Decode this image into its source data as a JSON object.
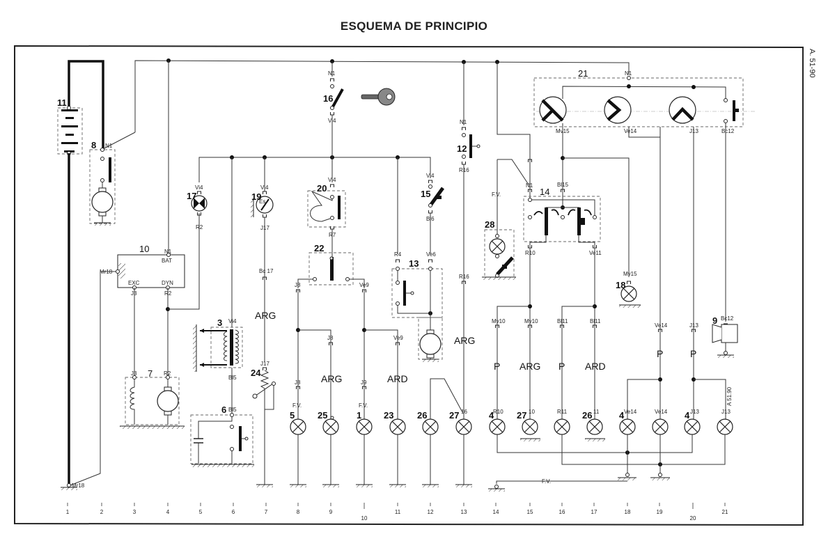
{
  "title": "ESQUEMA DE PRINCIPIO",
  "reference": "A. 51-90",
  "reference_small": "A 51.90",
  "components": {
    "c1": "1",
    "c3": "3",
    "c4a": "4",
    "c4b": "4",
    "c4c": "4",
    "c5": "5",
    "c6": "6",
    "c7": "7",
    "c8": "8",
    "c9": "9",
    "c10": "10",
    "c11": "11",
    "c12": "12",
    "c13": "13",
    "c14": "14",
    "c15": "15",
    "c16": "16",
    "c17": "17",
    "c18": "18",
    "c19": "19",
    "c20": "20",
    "c21": "21",
    "c22": "22",
    "c23": "23",
    "c24": "24",
    "c25": "25",
    "c26a": "26",
    "c26b": "26",
    "c27a": "27",
    "c27b": "27",
    "c28": "28"
  },
  "wire_labels": {
    "n1_8": "N1",
    "n1_16": "N1",
    "vi4_16": "Vi4",
    "n1_12": "N1",
    "r16_12": "R16",
    "r16_mid": "R16",
    "n1_21": "N1",
    "mv15": "Mv15",
    "ve14_21": "Ve14",
    "j13_21": "J13",
    "bc12_21": "Bc12",
    "vi4_17": "Vi4",
    "r2_17": "R2",
    "vi4_19": "Vi4",
    "j17_19": "J17",
    "bc17": "Bc 17",
    "j17_24": "J17",
    "vi4_20": "Vi4",
    "r7": "R7",
    "vi4_15": "Vi4",
    "bi6": "Bl6",
    "r4": "R4",
    "ve6": "Ve6",
    "j8a": "J8",
    "ve9a": "Ve9",
    "j8b": "J8",
    "ve9b": "Ve9",
    "j8c": "J8",
    "j9": "J9",
    "fv5": "F.V.",
    "fv1": "F.V.",
    "n1_14": "N1",
    "bi15": "Bl15",
    "fv28": "F.V.",
    "r10": "R10",
    "ve11": "Ve11",
    "mv15_18": "Mv15",
    "mv10a": "Mv10",
    "mv10b": "Mv10",
    "bi11a": "Bl11",
    "bi11b": "Bl11",
    "ve14b": "Ve14",
    "j13b": "J13",
    "bc12b": "Bc12",
    "n1_10": "N1",
    "bat": "BAT",
    "exc": "EXC",
    "dyn": "DYN",
    "j3_10": "J3",
    "r2_10": "R2",
    "mr18_10": "Mr18",
    "mr18_1": "Mr18",
    "vi4_3": "Vi4",
    "bi5_3": "Bl5",
    "bi5_6": "Bl5",
    "j3_7": "J3",
    "r2_7": "R2",
    "l16": "16",
    "l10": "10",
    "l11": "11",
    "r10_4": "R10",
    "r11_2": "R11",
    "ve14_4": "Ve14",
    "ve14_2": "Ve14",
    "j13_4": "J13",
    "j13_2": "J13",
    "fv_ground": "F.V."
  },
  "circuit_labels": {
    "arg_7": "ARG",
    "arg_9": "ARG",
    "ard_11": "ARD",
    "arg_13": "ARG",
    "p_14": "P",
    "arg_15": "ARG",
    "p_16": "P",
    "ard_17": "ARD",
    "p_19": "P",
    "p_20": "P"
  },
  "columns": [
    "1",
    "2",
    "3",
    "4",
    "5",
    "6",
    "7",
    "8",
    "9",
    "10",
    "11",
    "12",
    "13",
    "14",
    "15",
    "16",
    "17",
    "18",
    "19",
    "20",
    "21"
  ]
}
